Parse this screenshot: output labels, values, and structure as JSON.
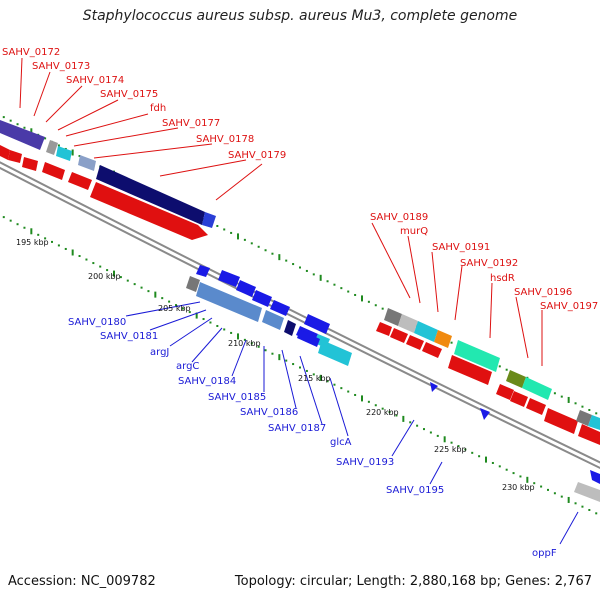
{
  "title": "Staphylococcus aureus subsp. aureus Mu3, complete genome",
  "footer": {
    "accession": "Accession: NC_009782",
    "topology": "Topology: circular; Length: 2,880,168 bp; Genes: 2,767"
  },
  "scale_labels": [
    "195 kbp",
    "200 kbp",
    "205 kbp",
    "210 kbp",
    "215 kbp",
    "220 kbp",
    "225 kbp",
    "230 kbp"
  ],
  "genes_top": [
    "SAHV_0172",
    "SAHV_0173",
    "SAHV_0174",
    "SAHV_0175",
    "fdh",
    "SAHV_0177",
    "SAHV_0178",
    "SAHV_0179",
    "SAHV_0189",
    "murQ",
    "SAHV_0191",
    "SAHV_0192",
    "hsdR",
    "SAHV_0196",
    "SAHV_0197"
  ],
  "genes_bottom": [
    "SAHV_0180",
    "SAHV_0181",
    "argJ",
    "argC",
    "SAHV_0184",
    "SAHV_0185",
    "SAHV_0186",
    "SAHV_0187",
    "glcA",
    "SAHV_0193",
    "SAHV_0195",
    "oppF"
  ],
  "colors": {
    "top_label": "#dd1111",
    "bottom_label": "#1a1ad6",
    "backbone": "#8a8a8a",
    "tick": "#1f8a1f"
  }
}
